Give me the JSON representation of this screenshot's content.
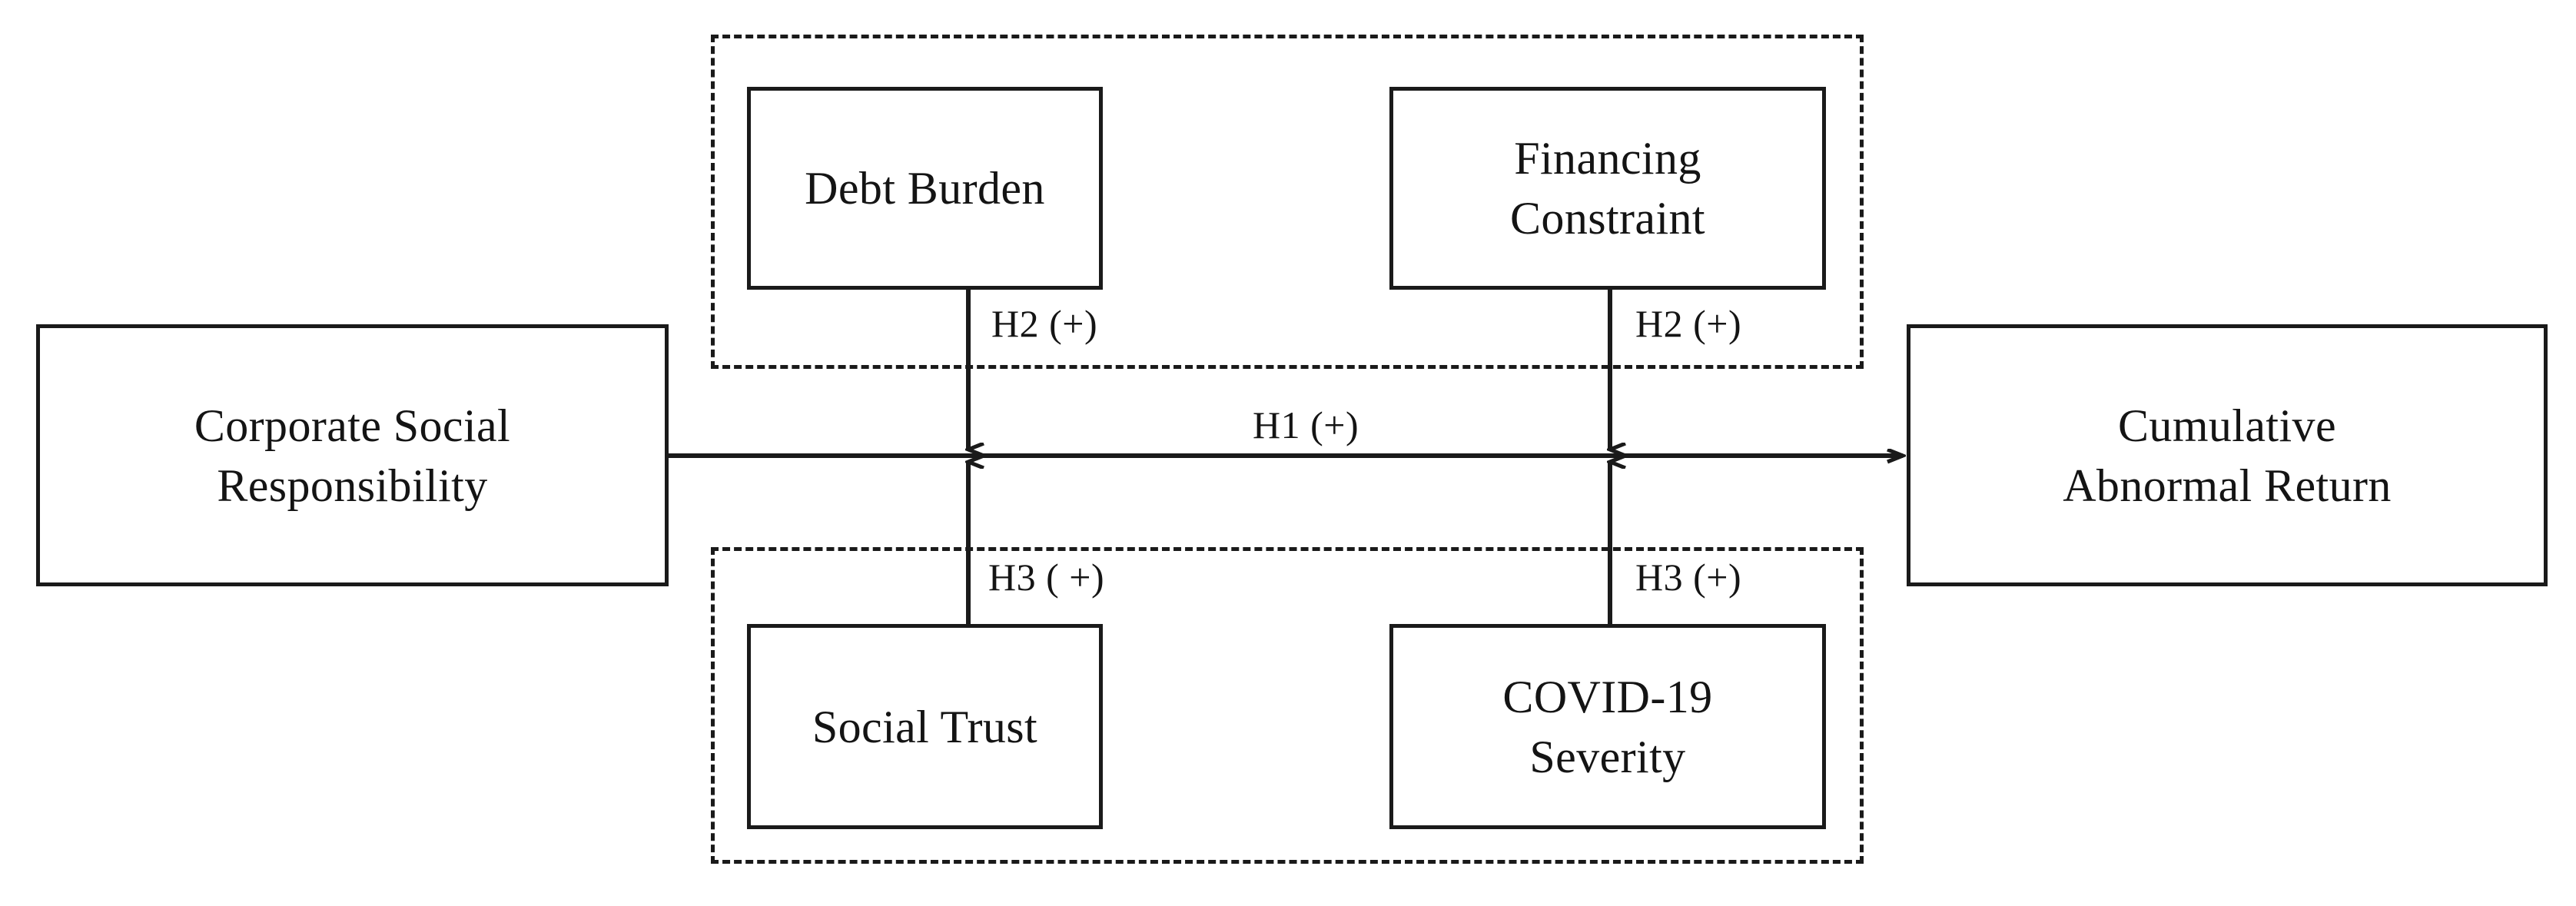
{
  "diagram": {
    "type": "conceptual-research-model",
    "background_color": "#ffffff",
    "line_color": "#1a1a1a",
    "text_color": "#141414",
    "nodes": {
      "independent": {
        "id": "corporate-social-responsibility",
        "label": "Corporate Social\nResponsibility",
        "role": "independent-variable"
      },
      "dependent": {
        "id": "cumulative-abnormal-return",
        "label": "Cumulative\nAbnormal Return",
        "role": "dependent-variable"
      },
      "moderators_top": [
        {
          "id": "debt-burden",
          "label": "Debt Burden"
        },
        {
          "id": "financing-constraint",
          "label": "Financing\nConstraint"
        }
      ],
      "moderators_bottom": [
        {
          "id": "social-trust",
          "label": "Social Trust"
        },
        {
          "id": "covid-19-severity",
          "label": "COVID-19\nSeverity"
        }
      ]
    },
    "edges": {
      "main": {
        "id": "h1-main-effect",
        "label": "H1 (+)",
        "from": "corporate-social-responsibility",
        "to": "cumulative-abnormal-return",
        "direction": "right"
      },
      "moderation": [
        {
          "id": "h2-debt-burden",
          "label": "H2 (+)",
          "from": "debt-burden",
          "direction": "down"
        },
        {
          "id": "h2-financing-constraint",
          "label": "H2 (+)",
          "from": "financing-constraint",
          "direction": "down"
        },
        {
          "id": "h3-social-trust",
          "label": "H3 ( +)",
          "from": "social-trust",
          "direction": "up"
        },
        {
          "id": "h3-covid-19-severity",
          "label": "H3 (+)",
          "from": "covid-19-severity",
          "direction": "up"
        }
      ]
    },
    "groups": {
      "top": {
        "id": "top-moderator-group",
        "style": "dashed"
      },
      "bottom": {
        "id": "bottom-moderator-group",
        "style": "dashed"
      }
    }
  }
}
